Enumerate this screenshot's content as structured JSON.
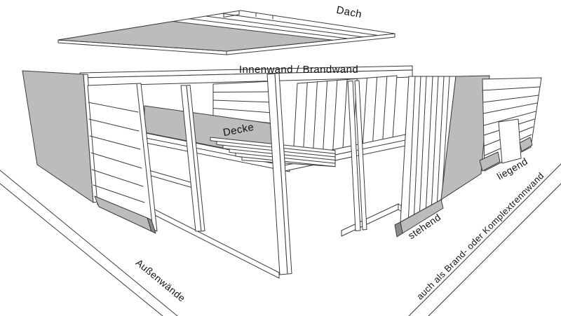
{
  "diagram": {
    "type": "exploded-axonometric-construction-drawing",
    "colors": {
      "background": "#ffffff",
      "line": "#3b3b3b",
      "panel_gray": "#bcbcbc",
      "cap_gray": "#8a8a8a",
      "text": "#141414"
    },
    "labels": {
      "dach": "Dach",
      "innenwand": "Innenwand / Brandwand",
      "decke": "Decke",
      "aussenwaende": "Außenwände",
      "stehend": "stehend",
      "liegend": "liegend",
      "trennwand": "auch als Brand- oder Komplextrennwand"
    }
  }
}
